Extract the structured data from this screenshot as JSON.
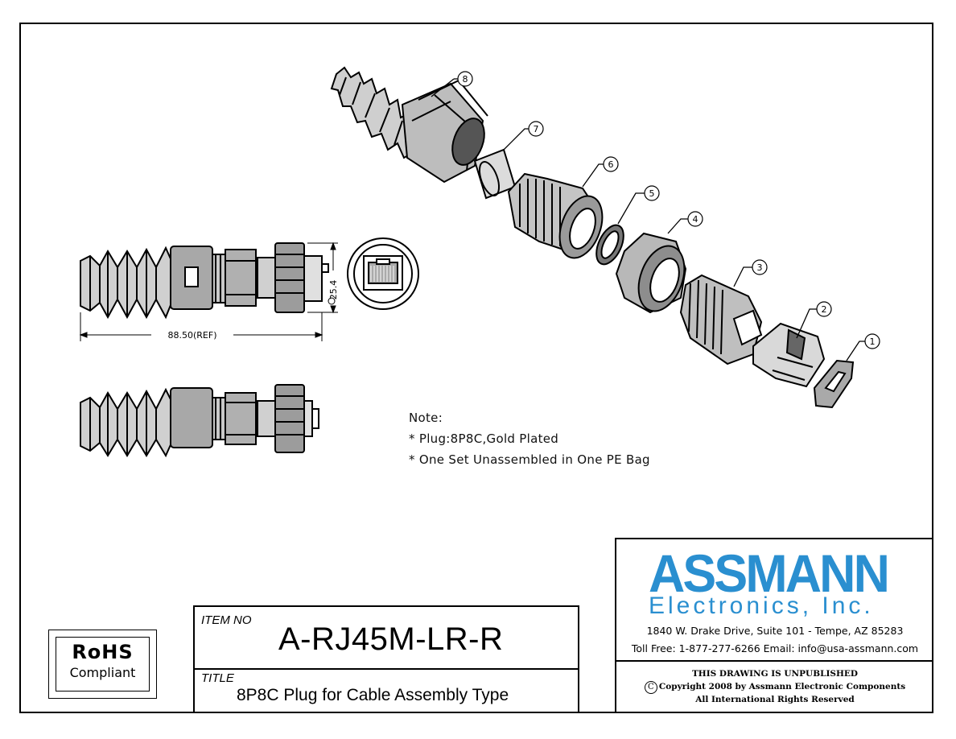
{
  "drawing": {
    "balloons": [
      "1",
      "2",
      "3",
      "4",
      "5",
      "6",
      "7",
      "8"
    ],
    "dimension_length": "88.50(REF)",
    "dimension_diameter": "25.4"
  },
  "note": {
    "heading": "Note:",
    "items": [
      "*  Plug:8P8C,Gold  Plated",
      "*  One  Set  Unassembled  in  One  PE  Bag"
    ]
  },
  "rohs": {
    "title": "RoHS",
    "subtitle": "Compliant"
  },
  "title_block": {
    "item_no_label": "ITEM NO",
    "item_no": "A-RJ45M-LR-R",
    "title_label": "TITLE",
    "title": "8P8C Plug for Cable Assembly Type"
  },
  "company": {
    "logo": "ASSMANN",
    "logo_sub": "Electronics,  Inc.",
    "address": "1840 W. Drake Drive, Suite 101 - Tempe, AZ 85283",
    "contact": "Toll Free: 1-877-277-6266   Email: info@usa-assmann.com",
    "notice": "THIS DRAWING IS UNPUBLISHED",
    "copyright_mark": "C",
    "copyright": "Copyright 2008 by Assmann Electronic Components",
    "rights": "All International Rights Reserved"
  }
}
